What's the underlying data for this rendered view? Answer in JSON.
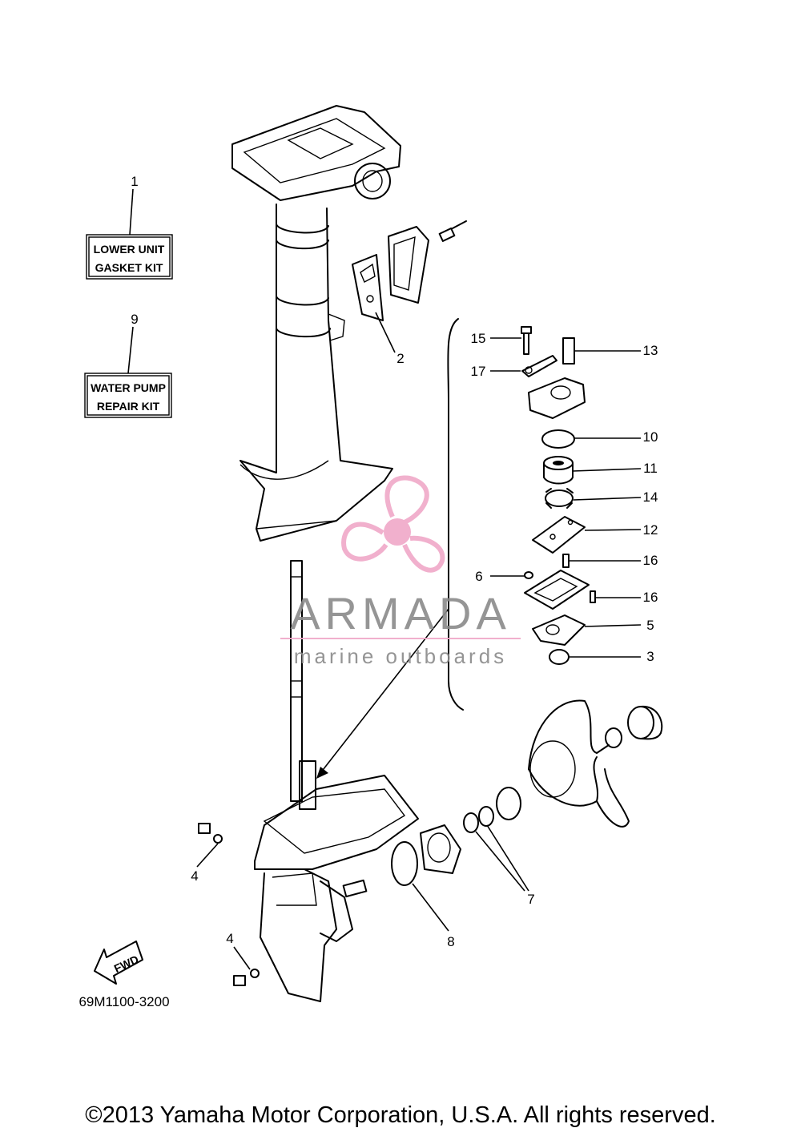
{
  "kits": [
    {
      "number": "1",
      "line1": "LOWER UNIT",
      "line2": "GASKET KIT"
    },
    {
      "number": "9",
      "line1": "WATER PUMP",
      "line2": "REPAIR KIT"
    }
  ],
  "callouts": [
    "1",
    "9",
    "2",
    "15",
    "13",
    "17",
    "10",
    "11",
    "14",
    "12",
    "6",
    "16",
    "16",
    "5",
    "3",
    "4",
    "4",
    "7",
    "8"
  ],
  "fwd_label": "FWD",
  "diagram_code": "69M1100-3200",
  "watermark": {
    "brand": "ARMADA",
    "tagline": "marine outboards",
    "color": "#f0a8c8"
  },
  "copyright": "©2013 Yamaha Motor Corporation, U.S.A. All rights reserved."
}
